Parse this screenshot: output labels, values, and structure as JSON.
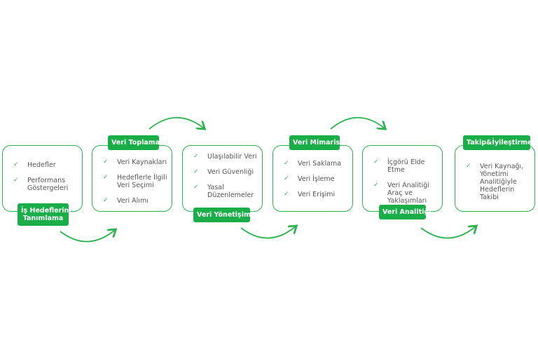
{
  "accent": "#1aae48",
  "steps": [
    {
      "title": "İş Hedeflerini\nTanımlama",
      "items": [
        "Hedefler",
        "Performans Göstergeleri"
      ]
    },
    {
      "title": "Veri Toplama",
      "items": [
        "Veri Kaynakları",
        "Hedeflerle İlgili Veri Seçimi",
        "Veri Alımı"
      ]
    },
    {
      "title": "Veri Yönetişimi",
      "items": [
        "Ulaşılabilir Veri",
        "Veri Güvenliği",
        "Yasal Düzenlemeler"
      ]
    },
    {
      "title": "Veri Mimarisi",
      "items": [
        "Veri Saklama",
        "Veri İşleme",
        "Veri Erişimi"
      ]
    },
    {
      "title": "Veri Analitiği",
      "items": [
        "İçgörü Elde Etme",
        "Veri Analitiği Araç ve Yaklaşımları"
      ]
    },
    {
      "title": "Takip&İyileştirme",
      "items": [
        "Veri Kaynağı, Yönetimi Analitiğiyle Hedeflerin Takibi"
      ]
    }
  ],
  "check_icon": "✓"
}
